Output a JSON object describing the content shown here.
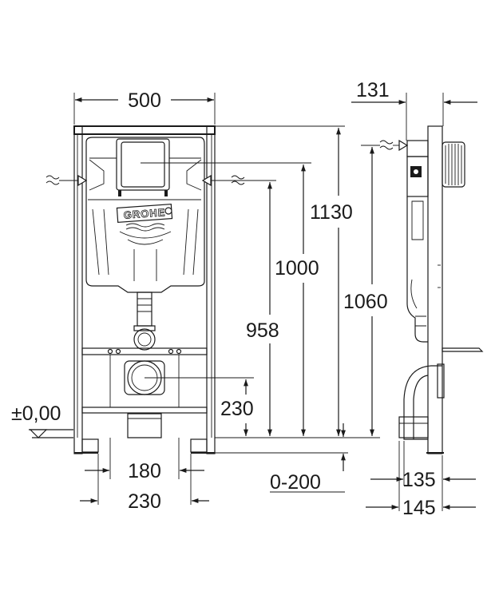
{
  "brand": {
    "logo_text": "GROHE"
  },
  "front_view": {
    "width_label": "500",
    "height_total_label": "1130",
    "height_inlet_label": "1000",
    "height_flush_label": "958",
    "height_outlet_label": "230",
    "floor_label": "±0,00",
    "spacing_inner_label": "180",
    "spacing_outer_label": "230",
    "adjust_label": "0-200"
  },
  "side_view": {
    "depth_top_label": "131",
    "height_label": "1060",
    "depth_135_label": "135",
    "depth_145_label": "145"
  },
  "colors": {
    "line": "#1a1a1a",
    "background": "#ffffff"
  }
}
